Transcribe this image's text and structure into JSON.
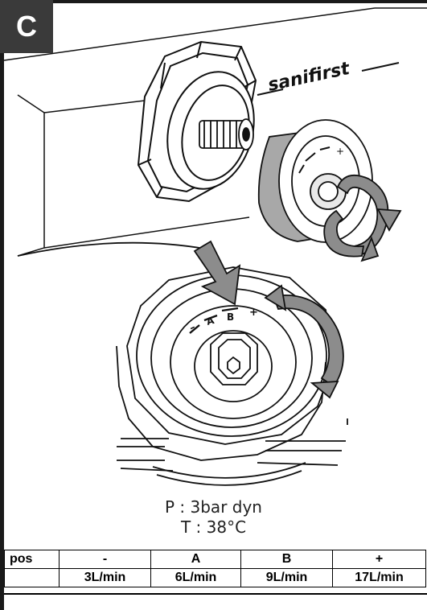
{
  "panel": {
    "label": "C",
    "brand": "sanifirst"
  },
  "conditions": {
    "pressure": "P : 3bar dyn",
    "temperature": "T : 38°C"
  },
  "table": {
    "row1": [
      "pos",
      "-",
      "A",
      "B",
      "+"
    ],
    "row2": [
      "",
      "3L/min",
      "6L/min",
      "9L/min",
      "17L/min"
    ]
  },
  "dial_markings": {
    "minus": "–",
    "a": "A",
    "b": "B",
    "plus": "+"
  },
  "colors": {
    "arrow_fill": "#8c8c8c",
    "cartridge_fill": "#a8a8a8",
    "badge": "#3a3a3a",
    "ink": "#111111"
  },
  "icons": [
    "rotate-arrow-icon",
    "press-down-arrow-icon",
    "turn-arrow-icon"
  ]
}
